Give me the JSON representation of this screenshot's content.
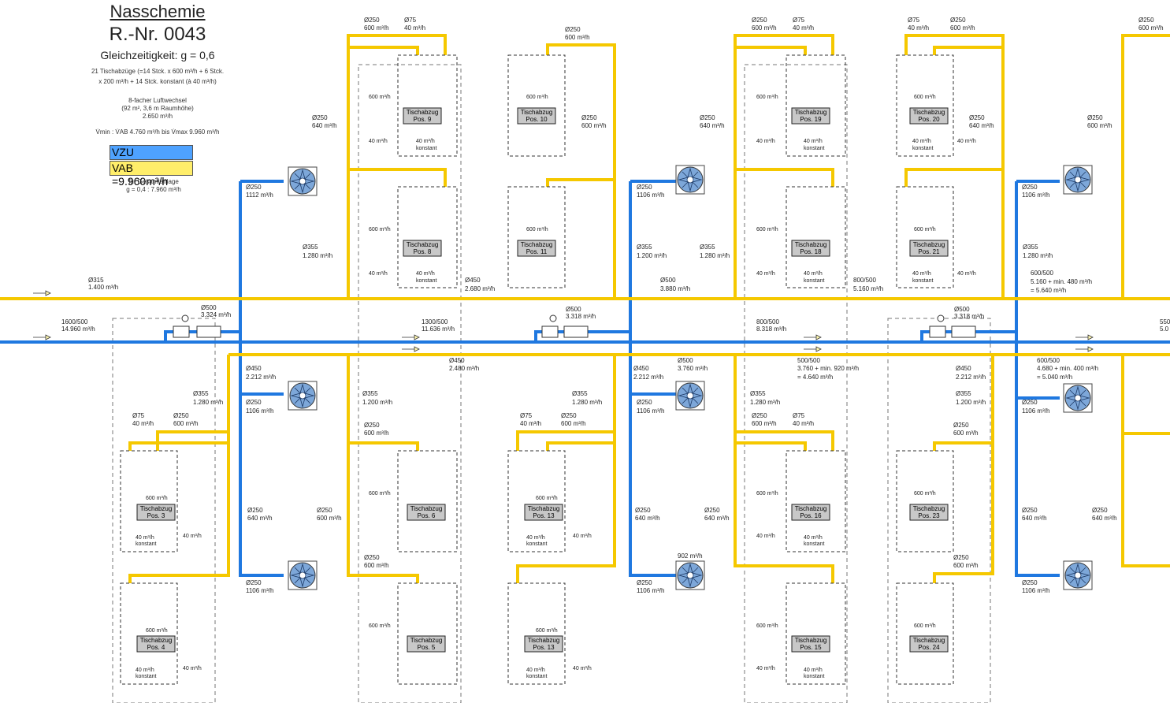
{
  "header": {
    "title": "Nasschemie",
    "rnr": "R.-Nr. 0043",
    "simultaneity": "Gleichzeitigkeit: g = 0,6",
    "note1": "21 Tischabzüge (=14 Stck. x 600 m³/h + 6 Stck.",
    "note2": "x 200 m³/h + 14 Stck. konstant (à 40 m³/h)",
    "note3": "8-facher Luftwechsel",
    "note4": "(92 m², 3,6 m Raumhöhe)",
    "note5": "2.650 m³/h",
    "note6": "V̇min : V̇AB 4.760 m³/h bis V̇max 9.960 m³/h",
    "vzu": "VZU =9.960m³/h",
    "vab": "VAB =9.960m³/h",
    "total1": "für Gesamtanlage",
    "total2": "g = 0,4 : 7.960 m³/h"
  },
  "colors": {
    "supply": "#1f78e0",
    "exhaust": "#f5c800",
    "fan": "#7da7d9",
    "box": "#c8c8c8"
  },
  "fume_hood_label": "Tischabzug",
  "hood_text": {
    "flow": "600 m³/h",
    "small": "40 m³/h",
    "konst": "konstant"
  },
  "hoods_top": [
    {
      "pos": "Pos. 9"
    },
    {
      "pos": "Pos. 10"
    },
    {
      "pos": "Pos. 19"
    },
    {
      "pos": "Pos. 20"
    },
    {
      "pos": "Pos. 8"
    },
    {
      "pos": "Pos. 11"
    },
    {
      "pos": "Pos. 18"
    },
    {
      "pos": "Pos. 21"
    }
  ],
  "hoods_bottom": [
    {
      "pos": "Pos. 3"
    },
    {
      "pos": "Pos. 6"
    },
    {
      "pos": "Pos. 13"
    },
    {
      "pos": "Pos. 16"
    },
    {
      "pos": "Pos. 23"
    },
    {
      "pos": "Pos. 4"
    },
    {
      "pos": "Pos. 5"
    },
    {
      "pos": "Pos. 13"
    },
    {
      "pos": "Pos. 15"
    },
    {
      "pos": "Pos. 24"
    }
  ],
  "duct_labels": [
    {
      "d": "Ø315",
      "f": "1.400 m³/h"
    },
    {
      "d": "1600/500",
      "f": "14.960 m³/h"
    },
    {
      "d": "Ø500",
      "f": "3.324 m³/h"
    },
    {
      "d": "1300/500",
      "f": "11.636 m³/h"
    },
    {
      "d": "Ø500",
      "f": "3.318 m³/h"
    },
    {
      "d": "800/500",
      "f": "8.318 m³/h"
    },
    {
      "d": "Ø500",
      "f": "3.318 m³/h"
    },
    {
      "d": "Ø450",
      "f": "2.680 m³/h"
    },
    {
      "d": "Ø500",
      "f": "3.880 m³/h"
    },
    {
      "d": "800/500",
      "f": "5.160 m³/h"
    },
    {
      "d": "600/500",
      "f": "5.160 + min. 480 m³/h"
    },
    {
      "d": "Ø450",
      "f": "2.480 m³/h"
    },
    {
      "d": "Ø500",
      "f": "3.760 m³/h"
    },
    {
      "d": "500/500",
      "f": "3.760 + min. 920 m³/h"
    },
    {
      "d": "600/500",
      "f": "4.680 + min. 400 m³/h"
    },
    {
      "d": "Ø250",
      "f": "1112 m³/h"
    },
    {
      "d": "Ø250",
      "f": "1106 m³/h"
    },
    {
      "d": "Ø355",
      "f": "1.280 m³/h"
    },
    {
      "d": "Ø355",
      "f": "1.200 m³/h"
    },
    {
      "d": "Ø450",
      "f": "2.212 m³/h"
    },
    {
      "d": "Ø250",
      "f": "640 m³/h"
    },
    {
      "d": "Ø250",
      "f": "600 m³/h"
    },
    {
      "d": "Ø75",
      "f": "40 m³/h"
    },
    {
      "d": "Ø250",
      "f": "902 m³/h"
    }
  ],
  "results": {
    "r1": "= 5.640 m³/h",
    "r2": "= 4.640 m³/h",
    "r3": "= 5.040 m³/h"
  },
  "edge_text": {
    "e1": "550",
    "e2": "5.0"
  }
}
